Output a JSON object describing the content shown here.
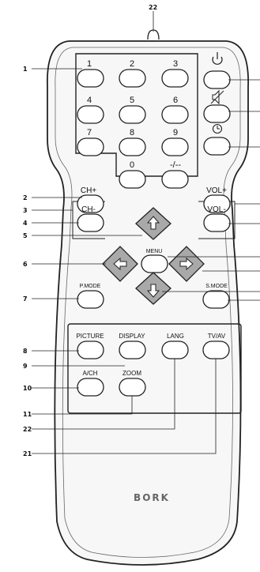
{
  "brand": "BORK",
  "numpad": [
    "1",
    "2",
    "3",
    "4",
    "5",
    "6",
    "7",
    "8",
    "9"
  ],
  "zero": "0",
  "dash_key": "-/--",
  "ch_plus": "CH+",
  "ch_minus": "CH-",
  "vol_plus": "VOL+",
  "vol_minus": "VOL-",
  "menu": "MENU",
  "p_mode": "P.MODE",
  "s_mode": "S.MODE",
  "picture": "PICTURE",
  "display": "DISPLAY",
  "lang": "LANG",
  "tv_av": "TV/AV",
  "a_ch": "A/CH",
  "zoom": "ZOOM",
  "callouts_left": [
    "1",
    "2",
    "3",
    "4",
    "5",
    "6",
    "7",
    "8",
    "9",
    "10",
    "11",
    "22",
    "21"
  ],
  "callout_top": "22",
  "icons": [
    "power-icon",
    "mute-icon",
    "sleep-timer-icon",
    "arrow-up-icon",
    "arrow-down-icon",
    "arrow-left-icon",
    "arrow-right-icon"
  ]
}
